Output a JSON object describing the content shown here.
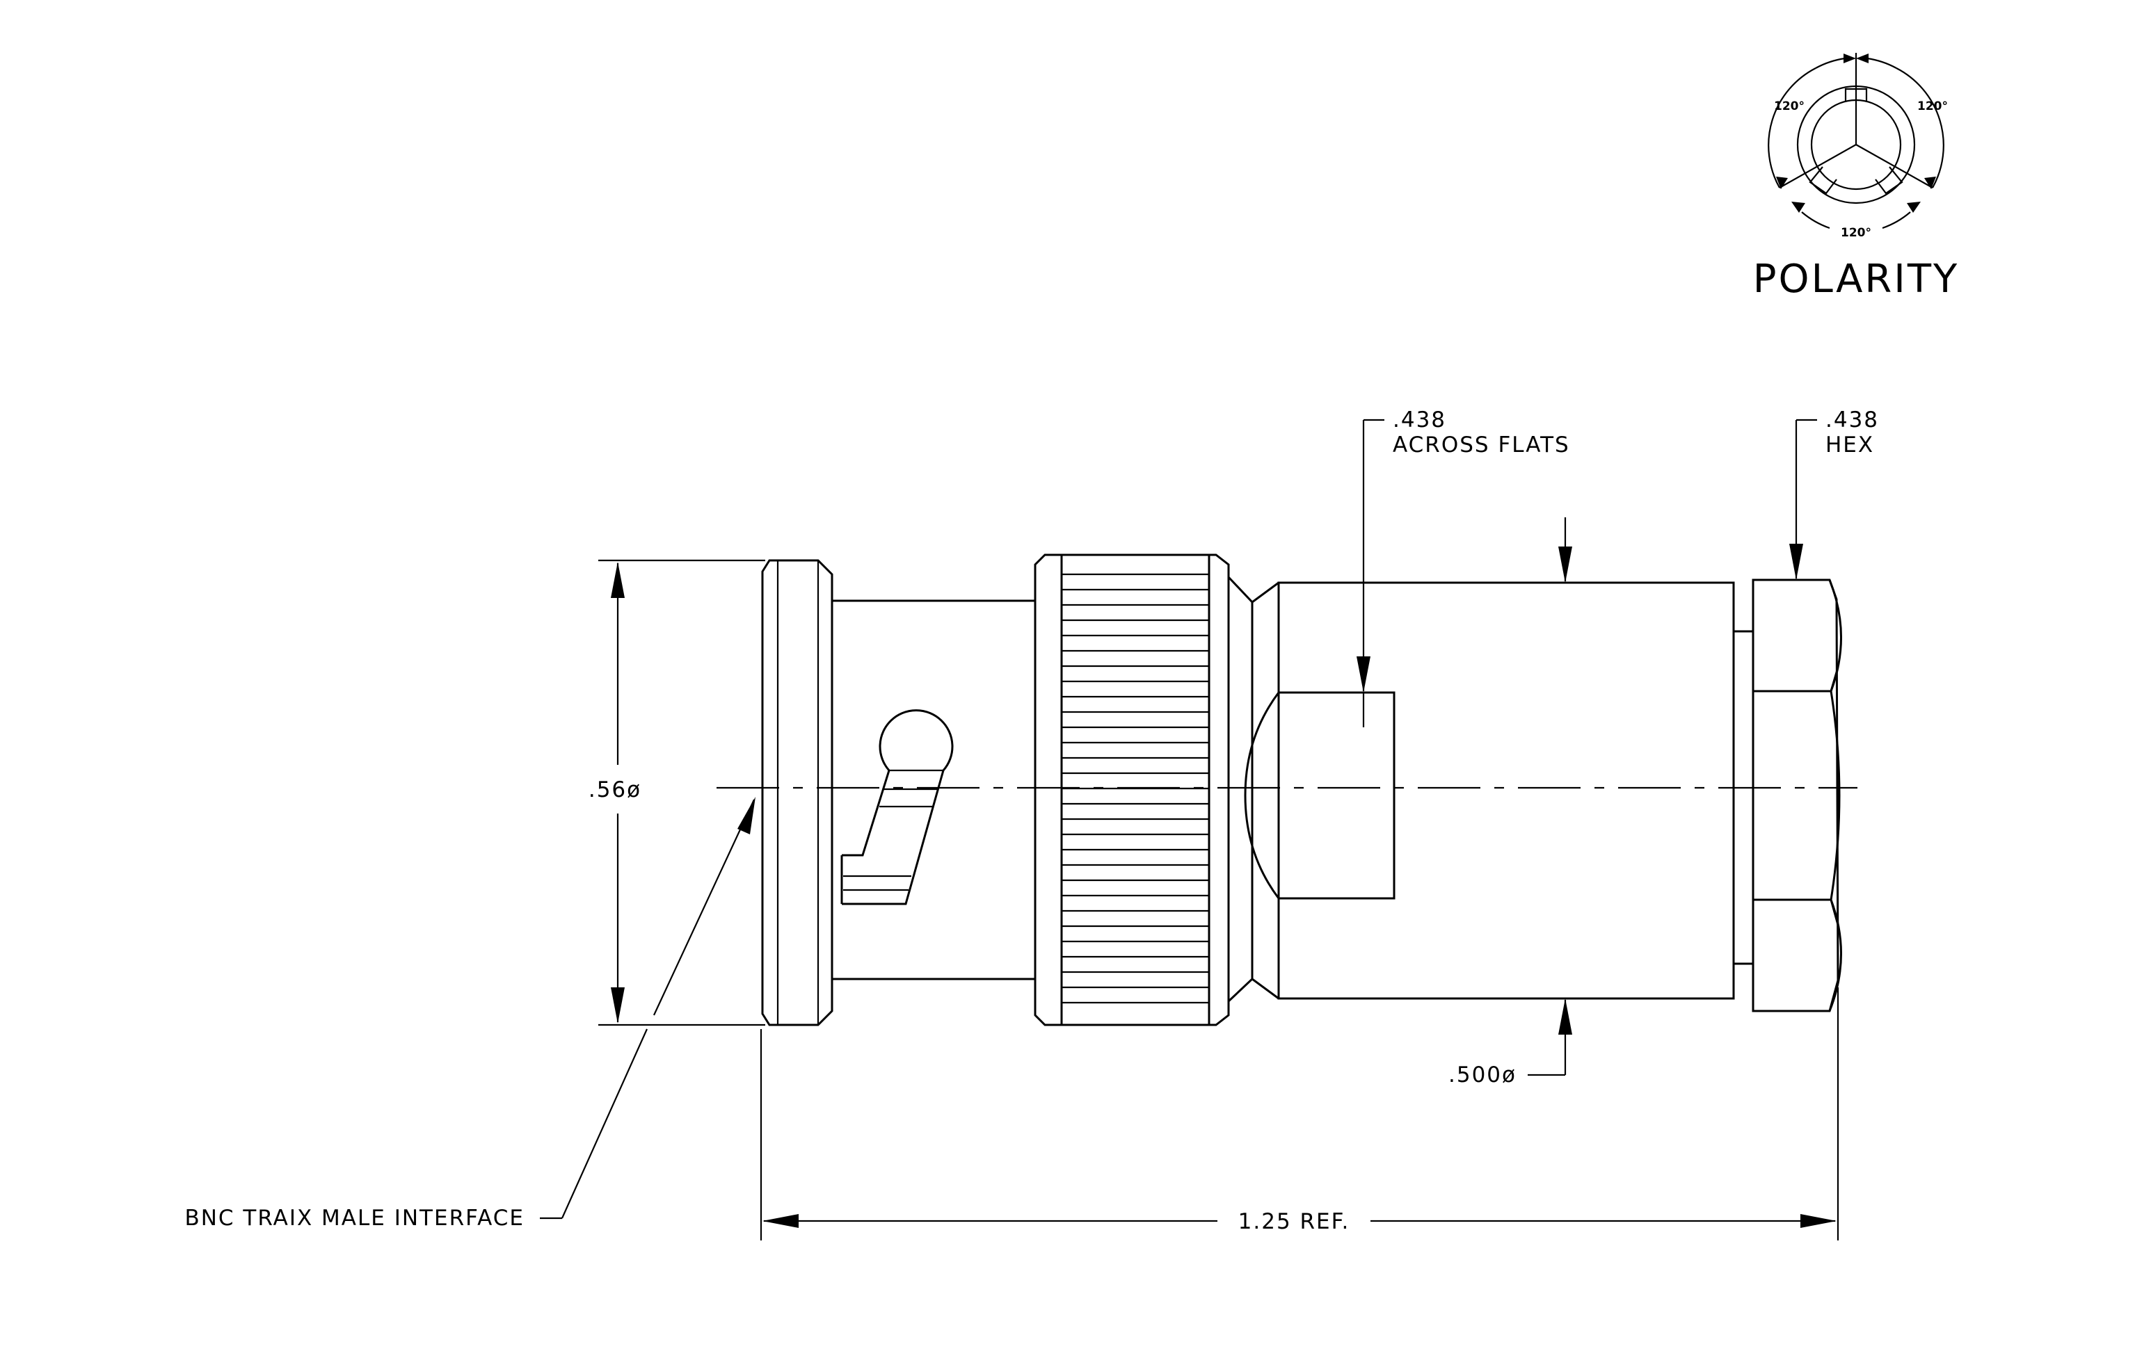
{
  "drawing": {
    "polarity": {
      "title": "POLARITY",
      "angle_top_left": "120°",
      "angle_top_right": "120°",
      "angle_bottom": "120°"
    },
    "dimensions": {
      "body_diameter": ".56ø",
      "flats_value": ".438",
      "flats_desc": "ACROSS FLATS",
      "hex_value": ".438",
      "hex_desc": "HEX",
      "sleeve_diameter": ".500ø",
      "overall_length": "1.25 REF."
    },
    "callouts": {
      "interface": "BNC TRAIX MALE INTERFACE"
    }
  }
}
